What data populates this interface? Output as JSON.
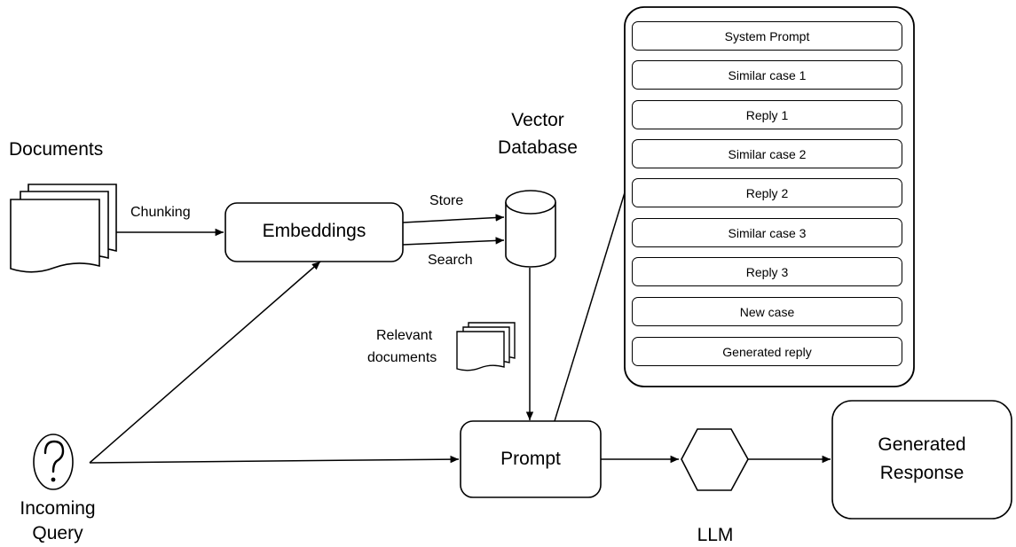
{
  "documents": {
    "label": "Documents"
  },
  "chunking": {
    "label": "Chunking"
  },
  "embeddings": {
    "label": "Embeddings"
  },
  "vector_db": {
    "label_line1": "Vector",
    "label_line2": "Database"
  },
  "store": {
    "label": "Store"
  },
  "search": {
    "label": "Search"
  },
  "relevant_docs": {
    "label_line1": "Relevant",
    "label_line2": "documents"
  },
  "query": {
    "label_line1": "Incoming",
    "label_line2": "Query",
    "icon": "question-mark-icon"
  },
  "prompt": {
    "label": "Prompt"
  },
  "llm": {
    "label": "LLM"
  },
  "generated_response": {
    "label_line1": "Generated",
    "label_line2": "Response"
  },
  "prompt_template": {
    "slots": [
      "System Prompt",
      "Similar case 1",
      "Reply 1",
      "Similar case 2",
      "Reply 2",
      "Similar case 3",
      "Reply 3",
      "New case",
      "Generated reply"
    ]
  }
}
